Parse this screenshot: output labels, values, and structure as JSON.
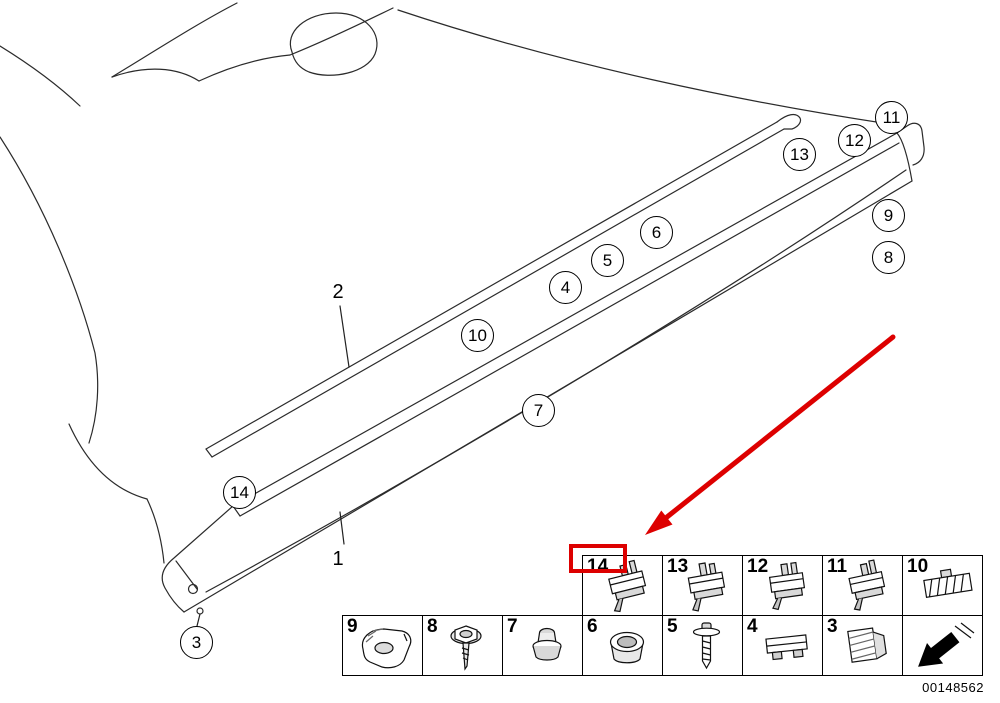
{
  "page": {
    "doc_number": "00148562"
  },
  "diagram": {
    "highlight_color": "#dd0000",
    "callouts": {
      "c1": {
        "label": "1"
      },
      "c2": {
        "label": "2"
      },
      "c3": {
        "label": "3"
      },
      "c4": {
        "label": "4"
      },
      "c5": {
        "label": "5"
      },
      "c6": {
        "label": "6"
      },
      "c7": {
        "label": "7"
      },
      "c8": {
        "label": "8"
      },
      "c9": {
        "label": "9"
      },
      "c10": {
        "label": "10"
      },
      "c11": {
        "label": "11"
      },
      "c12": {
        "label": "12"
      },
      "c13": {
        "label": "13"
      },
      "c14": {
        "label": "14"
      }
    }
  },
  "legend": {
    "top_row": [
      {
        "label": "14",
        "icon": "bracket-clip-icon"
      },
      {
        "label": "13",
        "icon": "bracket-clip-icon"
      },
      {
        "label": "12",
        "icon": "bracket-clip-icon"
      },
      {
        "label": "11",
        "icon": "bracket-clip-icon"
      },
      {
        "label": "10",
        "icon": "ribbed-clip-icon"
      }
    ],
    "bottom_row": [
      {
        "label": "9",
        "icon": "speed-nut-icon"
      },
      {
        "label": "8",
        "icon": "hex-screw-icon"
      },
      {
        "label": "7",
        "icon": "plastic-nut-icon"
      },
      {
        "label": "6",
        "icon": "grommet-icon"
      },
      {
        "label": "5",
        "icon": "expansion-rivet-icon"
      },
      {
        "label": "4",
        "icon": "sill-clip-icon"
      },
      {
        "label": "3",
        "icon": "hatched-clip-icon"
      },
      {
        "label": "",
        "icon": "continue-arrow-icon"
      }
    ]
  }
}
